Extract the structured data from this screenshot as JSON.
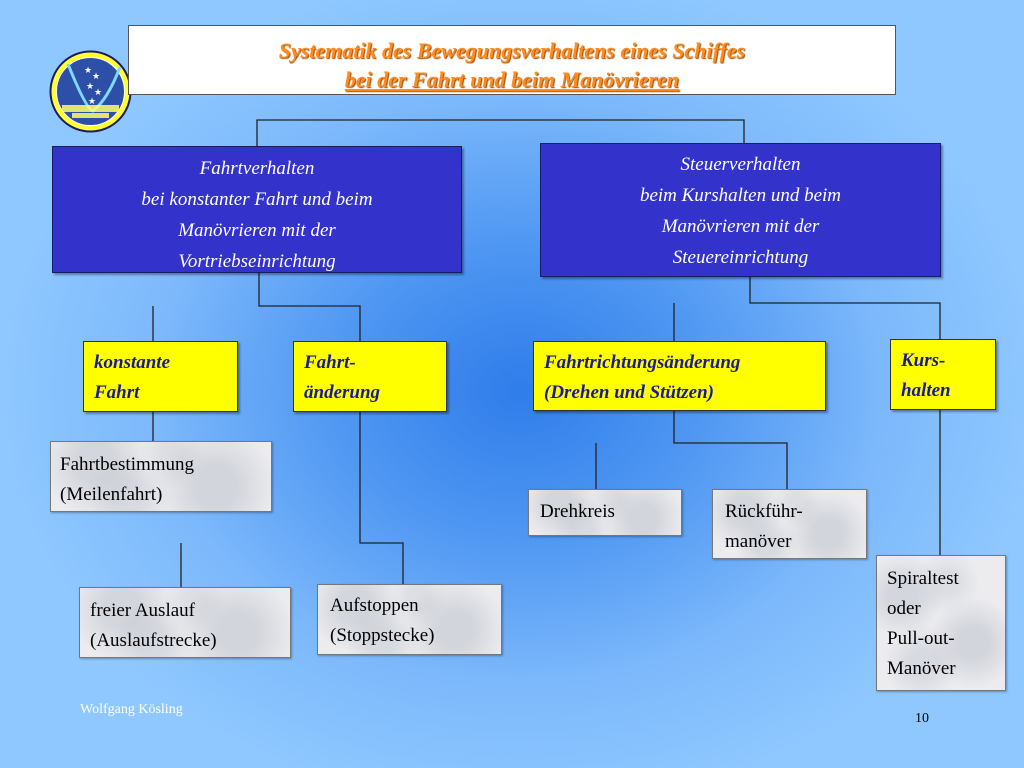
{
  "title": {
    "line1": "Systematik des Bewegungsverhaltens eines Schiffes",
    "line2": "bei der Fahrt und beim Manövrieren"
  },
  "logo": {
    "text": ""
  },
  "left_main": {
    "lines": [
      "Fahrtverhalten",
      "bei konstanter Fahrt und beim",
      "Manövrieren mit der",
      "Vortriebseinrichtung"
    ]
  },
  "right_main": {
    "lines": [
      "Steuerverhalten",
      "beim Kurshalten und beim",
      "Manövrieren mit der",
      "Steuereinrichtung"
    ]
  },
  "categories": {
    "konstante_fahrt": [
      "konstante",
      "Fahrt"
    ],
    "fahrtaenderung": [
      "Fahrt-",
      "änderung"
    ],
    "fahrtrichtungsaenderung": [
      "Fahrtrichtungsänderung",
      "(Drehen und Stützen)"
    ],
    "kurshalten": [
      "Kurs-",
      "halten"
    ]
  },
  "tests": {
    "fahrtbestimmung": [
      "Fahrtbestimmung",
      "(Meilenfahrt)"
    ],
    "freier_auslauf": [
      "freier Auslauf",
      "(Auslaufstrecke)"
    ],
    "aufstoppen": [
      "Aufstoppen",
      "(Stoppstecke)"
    ],
    "drehkreis": [
      "Drehkreis"
    ],
    "rueckfuehr": [
      "Rückführ-",
      "manöver"
    ],
    "spiraltest": [
      "Spiraltest",
      "oder",
      "Pull-out-",
      "Manöver"
    ]
  },
  "footer": {
    "author": "Wolfgang Kösling",
    "page": "10"
  },
  "colors": {
    "title_text": "#ff8a1e",
    "main_box": "#3333cc",
    "category_box": "#ffff00",
    "category_text": "#1a1a99",
    "test_box": "#ececef",
    "lines": "#222222"
  }
}
